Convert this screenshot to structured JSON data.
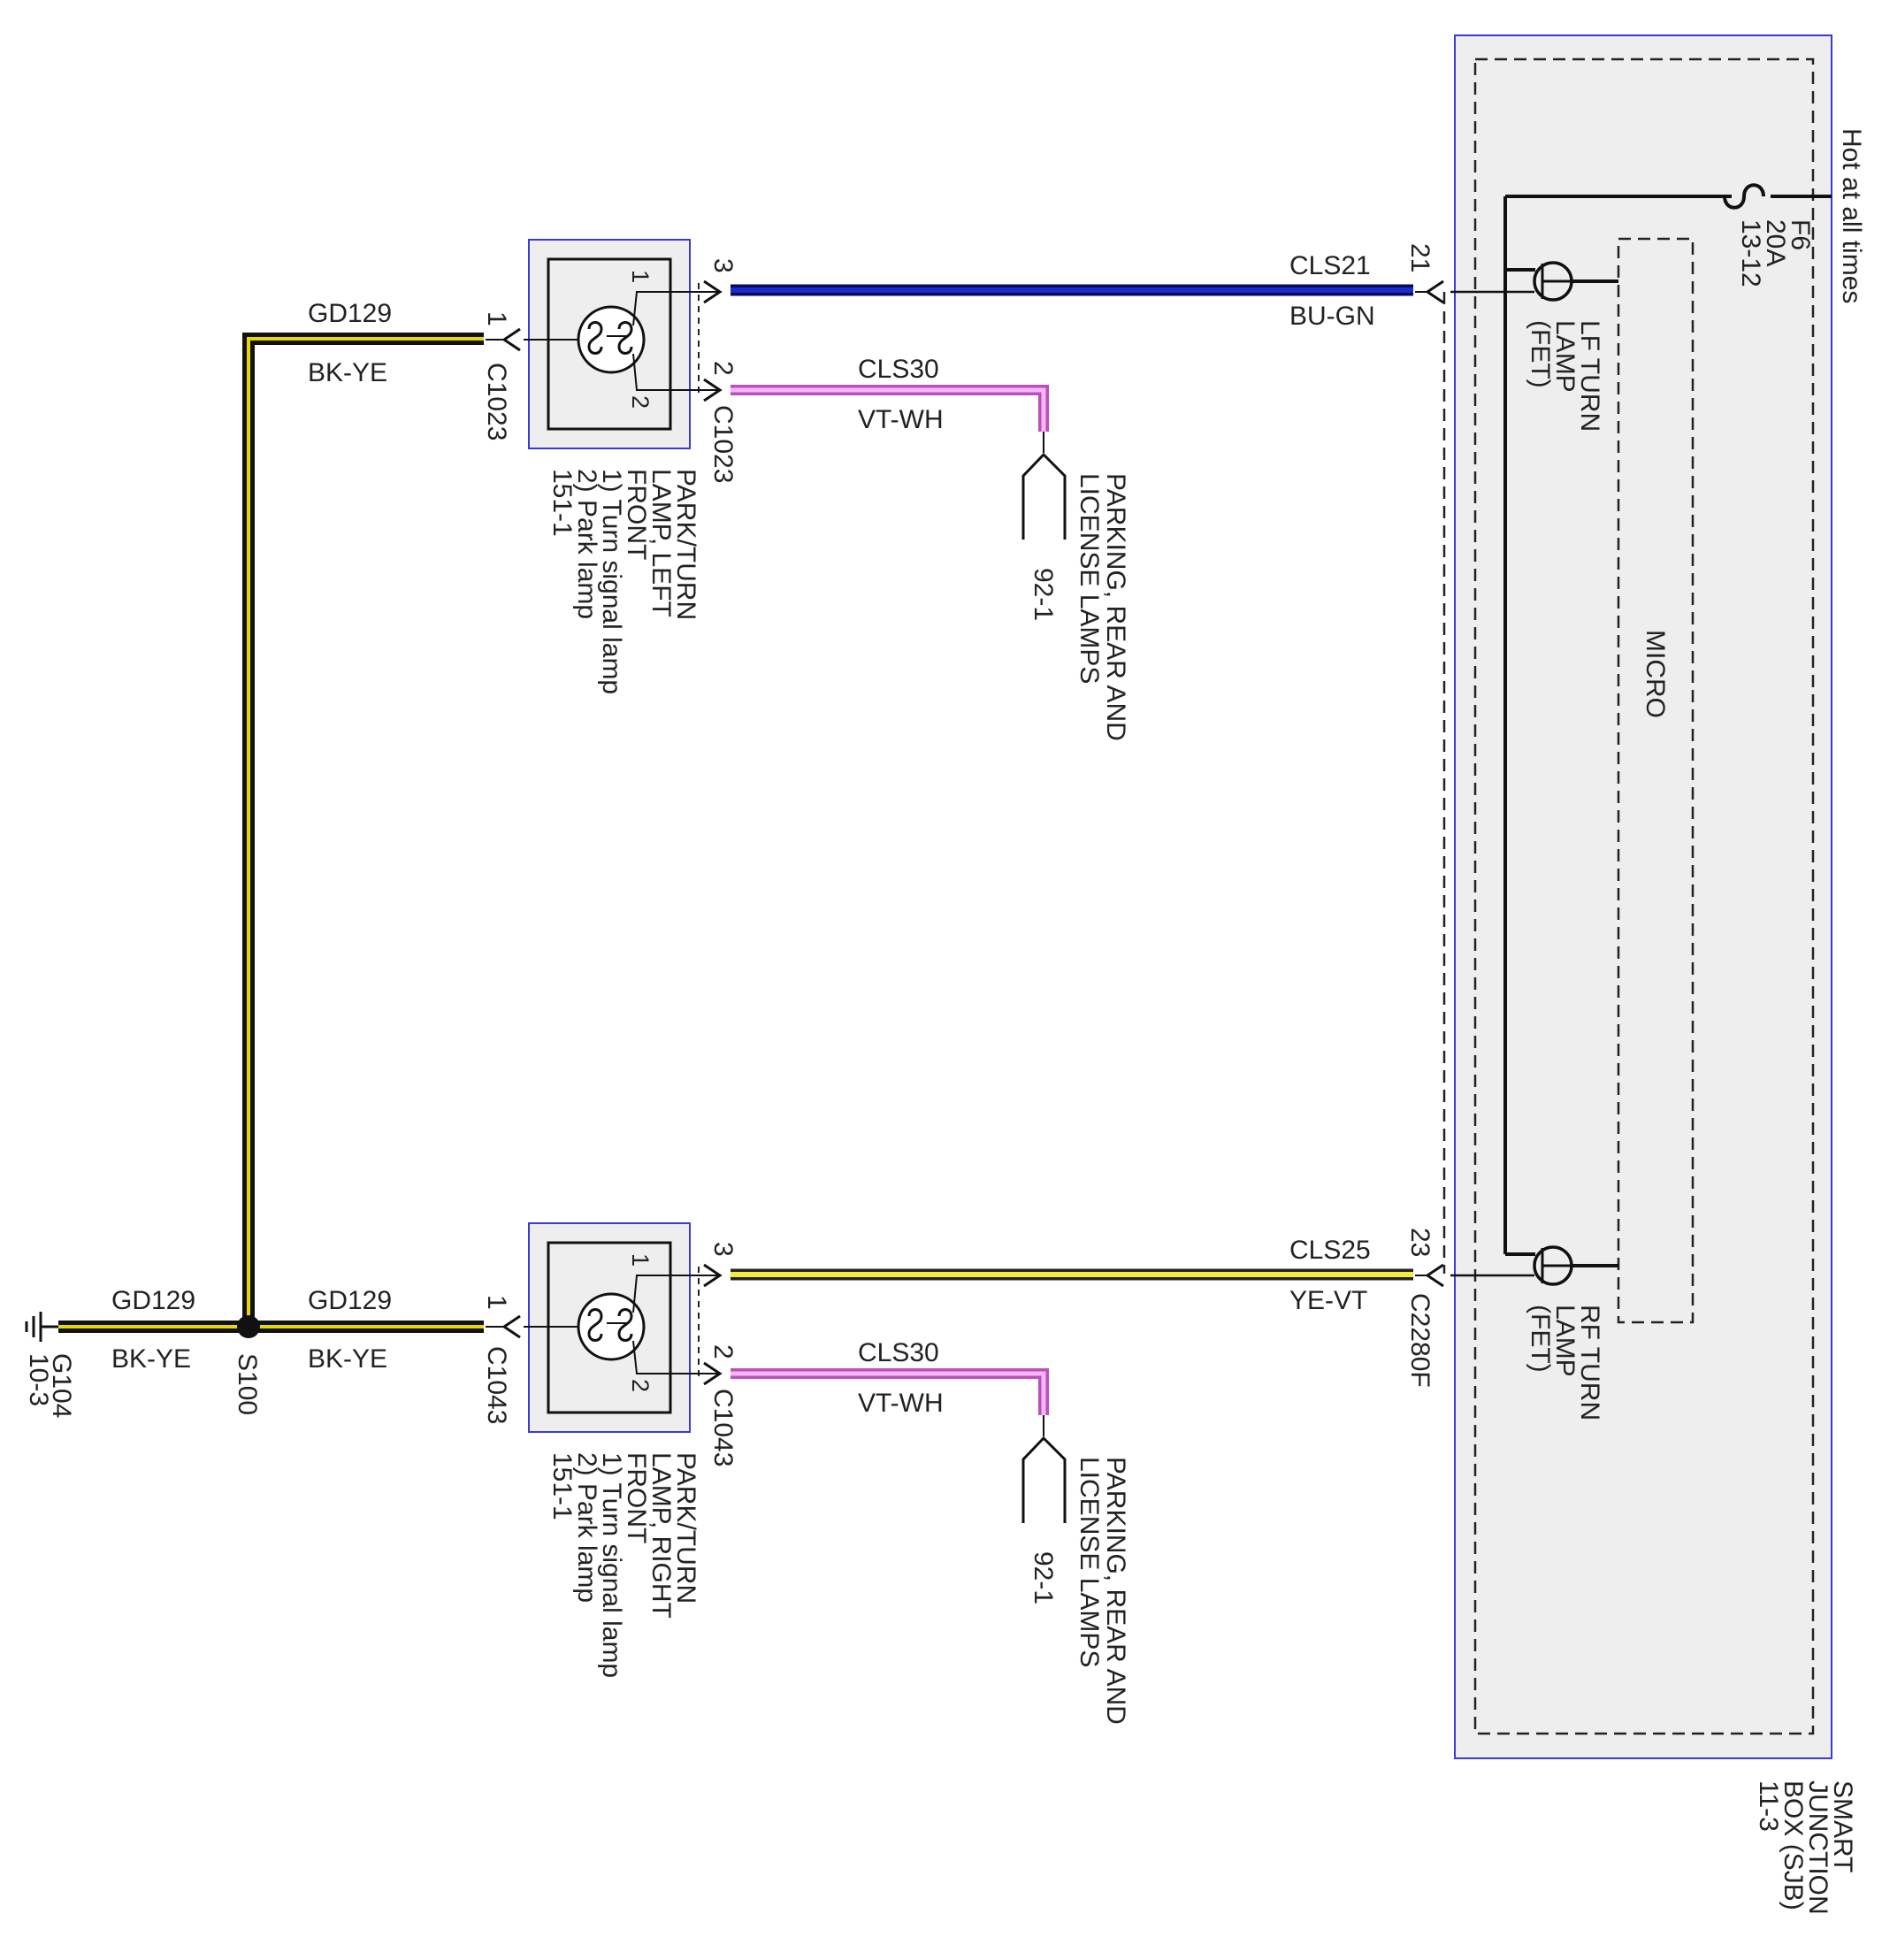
{
  "diagram": {
    "colors": {
      "module_border": "#3a3ad6",
      "module_fill": "#eeeeee",
      "wire_bu_gn": "#1b2bd0",
      "wire_bk_ye": "#e6d800",
      "wire_ye_vt": "#f4ea3c",
      "wire_vt_wh": "#e67ae6"
    },
    "ground": {
      "name": "G104",
      "ref": "10-3"
    },
    "splice": {
      "name": "S100"
    },
    "wires": {
      "ground_left": {
        "circuit": "GD129",
        "color_code": "BK-YE"
      },
      "ground_to_left_lamp": {
        "circuit": "GD129",
        "color_code": "BK-YE"
      },
      "ground_to_right_lamp": {
        "circuit": "GD129",
        "color_code": "BK-YE"
      },
      "lf_turn": {
        "circuit": "CLS21",
        "color_code": "BU-GN"
      },
      "rf_turn": {
        "circuit": "CLS25",
        "color_code": "YE-VT"
      },
      "park_top": {
        "circuit": "CLS30",
        "color_code": "VT-WH"
      },
      "park_bottom": {
        "circuit": "CLS30",
        "color_code": "VT-WH"
      }
    },
    "left_lamp": {
      "connector": "C1023",
      "pin_ground": "1",
      "pin_turn": "3",
      "pin_park": "2",
      "bulb_pin_1": "1",
      "bulb_pin_2": "2",
      "label_lines": [
        "PARK/TURN",
        "LAMP, LEFT",
        "FRONT",
        "1) Turn signal lamp",
        "2) Park lamp",
        "151-1"
      ]
    },
    "right_lamp": {
      "connector": "C1043",
      "pin_ground": "1",
      "pin_turn": "3",
      "pin_park": "2",
      "bulb_pin_1": "1",
      "bulb_pin_2": "2",
      "label_lines": [
        "PARK/TURN",
        "LAMP, RIGHT",
        "FRONT",
        "1) Turn signal lamp",
        "2) Park lamp",
        "151-1"
      ]
    },
    "parking_ref_top": {
      "ref": "92-1",
      "label_lines": [
        "PARKING, REAR AND",
        "LICENSE LAMPS"
      ]
    },
    "parking_ref_bottom": {
      "ref": "92-1",
      "label_lines": [
        "PARKING, REAR AND",
        "LICENSE LAMPS"
      ]
    },
    "sjb": {
      "connector": "C2280F",
      "pin_lf": "21",
      "pin_rf": "23",
      "label_lines": [
        "SMART",
        "JUNCTION",
        "BOX (SJB)",
        "11-3"
      ],
      "micro_label": "MICRO",
      "lf_fet_lines": [
        "LF TURN",
        "LAMP",
        "(FET)"
      ],
      "rf_fet_lines": [
        "RF TURN",
        "LAMP",
        "(FET)"
      ],
      "fuse_lines": [
        "F6",
        "20A",
        "13-12"
      ],
      "power_label": "Hot at all times"
    }
  }
}
